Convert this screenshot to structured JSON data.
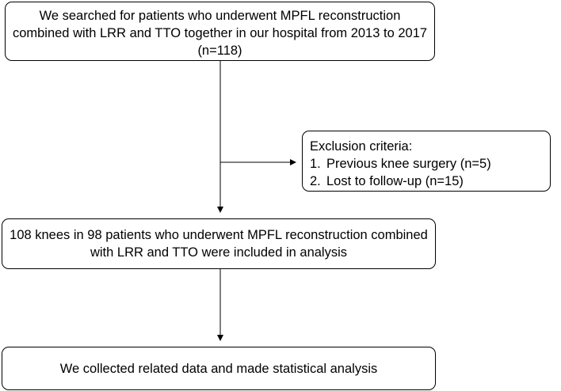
{
  "boxes": {
    "search": {
      "lines": [
        "We searched for patients who underwent MPFL reconstruction",
        "combined with LRR and TTO together in our hospital from 2013 to 2017",
        "(n=118)"
      ]
    },
    "exclusion": {
      "title": "Exclusion criteria:",
      "items": [
        {
          "number": "1.",
          "text": "Previous knee surgery (n=5)"
        },
        {
          "number": "2.",
          "text": "Lost to follow-up (n=15)"
        }
      ]
    },
    "included": {
      "lines": [
        "108 knees in 98 patients who underwent MPFL reconstruction combined",
        "with LRR and TTO were included in analysis"
      ]
    },
    "analysis": {
      "lines": [
        "We collected related data and made statistical analysis"
      ]
    }
  }
}
